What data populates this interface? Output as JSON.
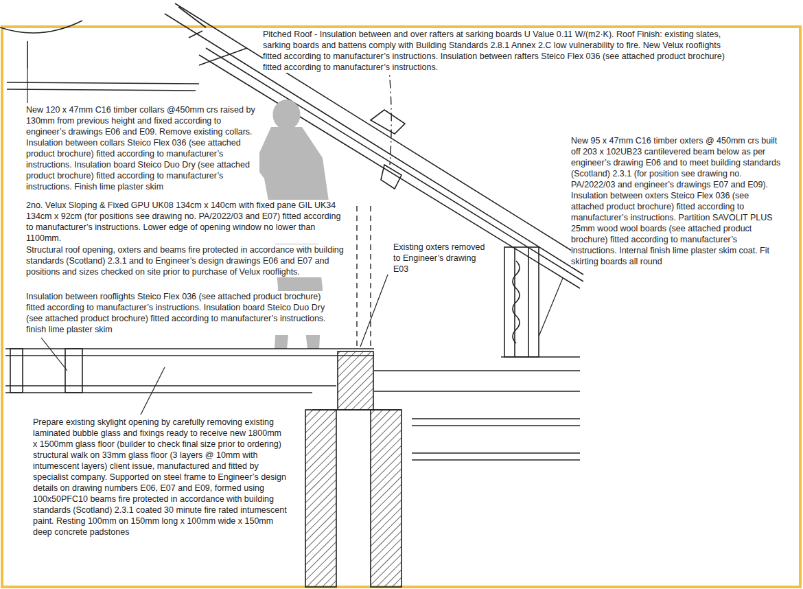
{
  "diagram": {
    "labels": [
      "Pitched Roof - Insulation between and over rafters at sarking boards U Value 0.11 W/(m2·K). Roof Finish: existing slates, sarking boards and battens comply with Building Standards 2.8.1 Annex 2.C low vulnerability to fire. New Velux rooflights fitted according to manufacturer’s instructions. Insulation between rafters Steico Flex 036 (see attached product brochure) fitted according to manufacturer’s instructions.",
      "New 120 x 47mm C16 timber collars @450mm crs raised by 130mm from previous height and fixed according to engineer’s drawings E06 and E09. Remove existing collars. Insulation between collars Steico Flex 036 (see attached product brochure) fitted according to manufacturer’s instructions. Insulation board Steico Duo Dry (see attached product brochure) fitted according to manufacturer’s instructions. Finish lime plaster skim",
      "2no. Velux Sloping & Fixed GPU UK08 134cm x 140cm with fixed pane GIL UK34 134cm x 92cm (for positions see drawing no. PA/2022/03 and E07) fitted according to manufacturer’s instructions. Lower edge of opening window no lower than 1100mm.",
      "Structural roof opening, oxters and beams fire protected in accordance with building standards (Scotland) 2.3.1 and to Engineer’s design drawings E06 and E07 and positions and sizes checked on site prior to purchase of Velux rooflights.",
      "Insulation between rooflights Steico Flex 036 (see attached product brochure) fitted according to manufacturer’s instructions. Insulation board Steico Duo Dry (see attached product brochure) fitted according to manufacturer’s instructions. finish lime plaster skim",
      "Existing oxters removed to Engineer’s drawing E03",
      "New 95 x 47mm C16 timber oxters @ 450mm crs built off 203 x 102UB23 cantilevered beam below as per engineer’s drawing E06 and to meet building standards (Scotland) 2.3.1 (for position see drawing no. PA/2022/03 and engineer’s drawings E07 and E09). Insulation between oxters Steico Flex 036 (see attached product brochure) fitted according to manufacturer’s instructions. Partition SAVOLIT PLUS 25mm wood wool boards (see attached product brochure) fitted according to manufacturer’s instructions. Internal finish lime plaster skim coat. Fit skirting boards all round",
      "Prepare existing skylight opening by carefully removing existing laminated bubble glass and fixings ready to receive new 1800mm x 1500mm glass floor (builder to check final size prior to ordering) structural walk on 33mm glass floor (3 layers @ 10mm with intumescent layers) client issue, manufactured and fitted by specialist company. Supported on steel frame to Engineer’s design details on drawing numbers E06, E07 and E09, formed using 100x50PFC10 beams fire protected in accordance with building standards (Scotland) 2.3.1 coated 30 minute fire rated intumescent paint. Resting 100mm on 150mm long x 100mm wide x 150mm deep concrete padstones"
    ]
  }
}
